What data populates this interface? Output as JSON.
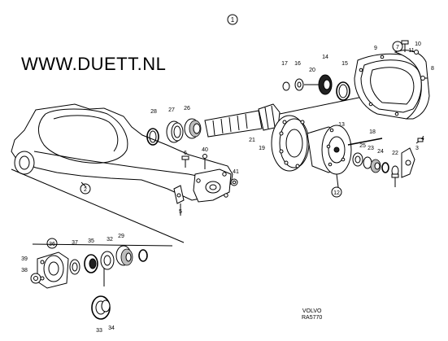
{
  "watermark": "WWW.DUETT.NL",
  "figure_number": "1",
  "brand_name": "VOLVO",
  "drawing_code": "RA5770",
  "callouts": {
    "c1": "1",
    "c2": "2",
    "c3": "3",
    "c4": "4",
    "c5": "5",
    "c6": "6",
    "c7": "7",
    "c8": "8",
    "c9": "9",
    "c10": "10",
    "c11": "11",
    "c12": "12",
    "c13": "13",
    "c14": "14",
    "c15": "15",
    "c16": "16",
    "c17": "17",
    "c18": "18",
    "c19": "19",
    "c20": "20",
    "c21": "21",
    "c22": "22",
    "c23": "23",
    "c24": "24",
    "c25": "25",
    "c26": "26",
    "c27": "27",
    "c28": "28",
    "c29": "29",
    "c32": "32",
    "c33": "33",
    "c34": "34",
    "c35": "35",
    "c36": "36",
    "c37": "37",
    "c38": "38",
    "c39": "39",
    "c40": "40",
    "c41": "41"
  }
}
